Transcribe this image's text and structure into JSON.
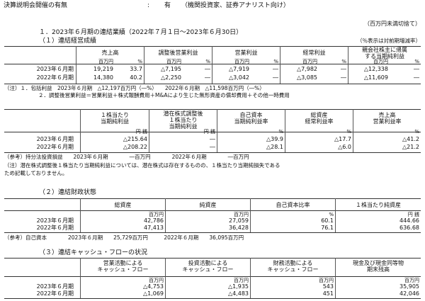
{
  "header": {
    "label": "決算説明会開催の有無",
    "colon": ":",
    "value": "有",
    "note": "（機関投資家、証券アナリスト向け）"
  },
  "rounding_note": "（百万円未満切捨て）",
  "section1": {
    "title": "１．2023年６月期の連結業績（2022年７月１日～2023年６月30日）",
    "sub1": {
      "title": "（１）連結経営成績",
      "note": "（％表示は対前期増減率）",
      "headers": [
        "売上高",
        "調整後営業利益",
        "営業利益",
        "経常利益",
        "親会社株主に帰属\nする当期純利益"
      ],
      "units": [
        "百万円",
        "%",
        "百万円",
        "%",
        "百万円",
        "%",
        "百万円",
        "%",
        "百万円",
        "%"
      ],
      "rows": [
        {
          "label": "2023年６月期",
          "vals": [
            "19,219",
            "33.7",
            "△7,195",
            "―",
            "△7,919",
            "―",
            "△7,982",
            "―",
            "△12,338",
            "―"
          ]
        },
        {
          "label": "2022年６月期",
          "vals": [
            "14,380",
            "40.2",
            "△2,250",
            "―",
            "△3,042",
            "―",
            "△3,085",
            "―",
            "△11,609",
            "―"
          ]
        }
      ],
      "footnote1": "（注）１．包括利益　2023年６月期　△12,197百万円（―%）　　2022年６月期　△11,598百万円（―%）",
      "footnote2": "２．調整後営業利益＝営業利益＋株式報酬費用＋M&Aにより生じた無形資産の償却費用＋その他一時費用"
    },
    "sub1b": {
      "headers": [
        "１株当たり\n当期純利益",
        "潜在株式調整後\n１株当たり\n当期純利益",
        "自己資本\n当期純利益率",
        "総資産\n経常利益率",
        "売上高\n営業利益率"
      ],
      "units": [
        "円 銭",
        "円 銭",
        "%",
        "%",
        "%"
      ],
      "rows": [
        {
          "label": "2023年６月期",
          "vals": [
            "△215.64",
            "―",
            "△39.9",
            "△17.7",
            "△41.2"
          ]
        },
        {
          "label": "2022年６月期",
          "vals": [
            "△208.22",
            "―",
            "△28.1",
            "△6.0",
            "△21.2"
          ]
        }
      ],
      "ref": "（参考）持分法投資損益　　2023年６月期　　　　―百万円　　　　2022年６月期　　　　―百万円",
      "note_line1": "（注）潜在株式調整後１株当たり当期純利益については、潜在株式は存在するものの、１株当たり当期純損失である",
      "note_line2": "ため記載しておりません。"
    }
  },
  "section2": {
    "title": "（２）連結財政状態",
    "headers": [
      "総資産",
      "純資産",
      "自己資本比率",
      "１株当たり純資産"
    ],
    "units": [
      "百万円",
      "百万円",
      "%",
      "円 銭"
    ],
    "rows": [
      {
        "label": "2023年６月期",
        "vals": [
          "42,786",
          "27,059",
          "60.1",
          "444.66"
        ]
      },
      {
        "label": "2022年６月期",
        "vals": [
          "47,413",
          "36,428",
          "76.1",
          "636.68"
        ]
      }
    ],
    "ref": "（参考）自己資本　　　　2023年６月期　　25,729百万円　　　2022年６月期　　36,095百万円"
  },
  "section3": {
    "title": "（３）連結キャッシュ・フローの状況",
    "headers": [
      "営業活動による\nキャッシュ・フロー",
      "投資活動による\nキャッシュ・フロー",
      "財務活動による\nキャッシュ・フロー",
      "現金及び現金同等物\n期末残高"
    ],
    "units": [
      "百万円",
      "百万円",
      "百万円",
      "百万円"
    ],
    "rows": [
      {
        "label": "2023年６月期",
        "vals": [
          "△4,753",
          "△1,935",
          "543",
          "35,905"
        ]
      },
      {
        "label": "2022年６月期",
        "vals": [
          "△1,069",
          "△4,483",
          "451",
          "42,046"
        ]
      }
    ]
  }
}
